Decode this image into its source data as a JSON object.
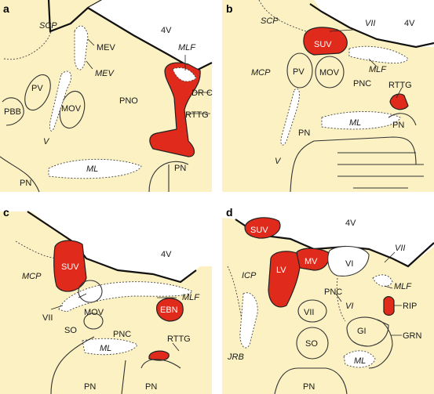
{
  "panels": {
    "a": {
      "letter": "a",
      "labels": {
        "scp": "SCP",
        "v4": "4V",
        "mev1": "MEV",
        "mev2": "MEV",
        "mlf": "MLF",
        "pv": "PV",
        "mov": "MOV",
        "pno": "PNO",
        "drc": "DR C",
        "rttg": "RTTG",
        "pbb": "PBB",
        "v": "V",
        "ml": "ML",
        "pn1": "PN",
        "pn2": "PN"
      }
    },
    "b": {
      "letter": "b",
      "labels": {
        "scp": "SCP",
        "suv": "SUV",
        "vii": "VII",
        "v4": "4V",
        "mcp": "MCP",
        "pv": "PV",
        "mov": "MOV",
        "mlf": "MLF",
        "pnc": "PNC",
        "rttg": "RTTG",
        "ml": "ML",
        "pn1": "PN",
        "pn2": "PN",
        "v": "V"
      }
    },
    "c": {
      "letter": "c",
      "labels": {
        "v4": "4V",
        "mcp": "MCP",
        "suv": "SUV",
        "mov": "MOV",
        "ebn": "EBN",
        "mlf": "MLF",
        "vii": "VII",
        "so": "SO",
        "pnc": "PNC",
        "rttg": "RTTG",
        "ml": "ML",
        "pn1": "PN",
        "pn2": "PN"
      }
    },
    "d": {
      "letter": "d",
      "labels": {
        "suv": "SUV",
        "v4": "4V",
        "vii1": "VII",
        "icp": "ICP",
        "lv": "LV",
        "mv": "MV",
        "vi1": "VI",
        "mlf": "MLF",
        "pnc": "PNC",
        "vi2": "VI",
        "rip": "RIP",
        "vii2": "VII",
        "gi": "GI",
        "grn": "GRN",
        "jrb": "JRB",
        "so": "SO",
        "ml": "ML",
        "pn": "PN"
      }
    }
  },
  "colors": {
    "tissue": "#fbf1c2",
    "highlight": "#e02a1b",
    "white_matter": "#ffffff"
  }
}
